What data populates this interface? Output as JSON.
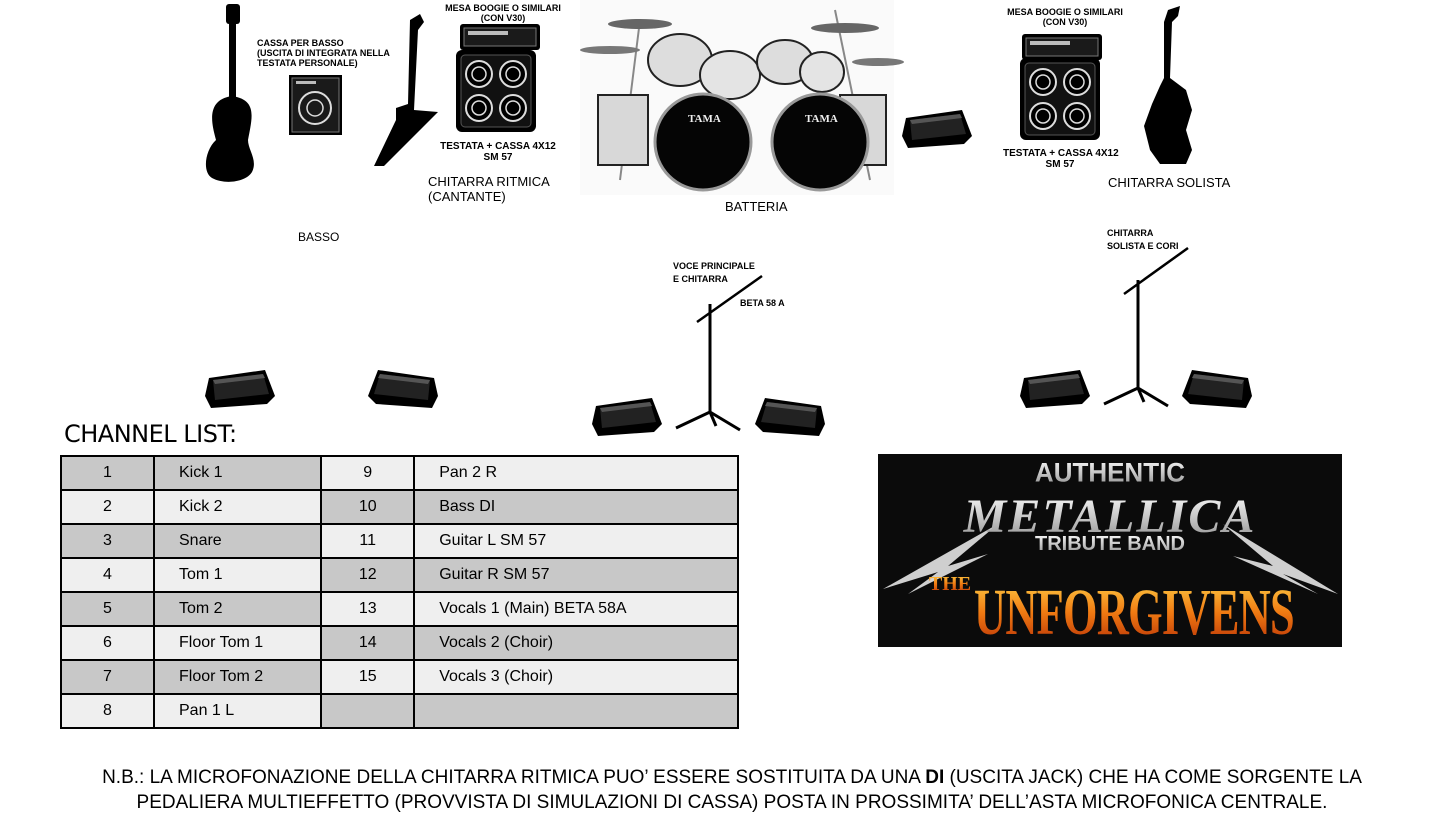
{
  "stage": {
    "bass_cab_label": [
      "CASSA PER BASSO",
      "(USCITA DI INTEGRATA NELLA",
      "TESTATA PERSONALE)"
    ],
    "mesa_left_label": [
      "MESA BOOGIE O SIMILARI",
      "(CON V30)"
    ],
    "mesa_right_label": [
      "MESA BOOGIE O SIMILARI",
      "(CON V30)"
    ],
    "rhythm_cab_label": [
      "TESTATA + CASSA 4X12",
      "SM 57"
    ],
    "lead_cab_label": [
      "TESTATA + CASSA 4X12",
      "SM 57"
    ],
    "rhythm_guitar_label": [
      "CHITARRA RITMICA",
      "(CANTANTE)"
    ],
    "drums_label": "BATTERIA",
    "lead_guitar_label": "CHITARRA SOLISTA",
    "bass_label": "BASSO",
    "lead_mic_label": [
      "CHITARRA",
      "SOLISTA E CORI"
    ],
    "main_mic_label": [
      "VOCE PRINCIPALE",
      "E CHITARRA"
    ],
    "main_mic_model": "BETA 58 A",
    "drum_brand": "TAMA"
  },
  "channel_list": {
    "title": "CHANNEL LIST:",
    "rows": [
      {
        "n1": "1",
        "c1": "Kick 1",
        "n2": "9",
        "c2": "Pan 2 R"
      },
      {
        "n1": "2",
        "c1": "Kick 2",
        "n2": "10",
        "c2": "Bass DI"
      },
      {
        "n1": "3",
        "c1": "Snare",
        "n2": "11",
        "c2": "Guitar L SM 57"
      },
      {
        "n1": "4",
        "c1": "Tom 1",
        "n2": "12",
        "c2": "Guitar R SM 57"
      },
      {
        "n1": "5",
        "c1": "Tom 2",
        "n2": "13",
        "c2": "Vocals 1 (Main) BETA 58A"
      },
      {
        "n1": "6",
        "c1": "Floor Tom 1",
        "n2": "14",
        "c2": "Vocals 2 (Choir)"
      },
      {
        "n1": "7",
        "c1": "Floor Tom 2",
        "n2": "15",
        "c2": "Vocals 3 (Choir)"
      },
      {
        "n1": "8",
        "c1": "Pan 1 L",
        "n2": "",
        "c2": ""
      }
    ]
  },
  "logo": {
    "line1": "AUTHENTIC",
    "line2": "METALLICA",
    "line3": "TRIBUTE BAND",
    "line4_prefix": "THE",
    "line4": "UNFORGIVENS"
  },
  "note": {
    "part1": "N.B.: LA MICROFONAZIONE DELLA CHITARRA RITMICA  PUO’ ESSERE SOSTITUITA DA UNA ",
    "bold": "DI",
    "part2": " (USCITA JACK) CHE HA COME SORGENTE LA PEDALIERA MULTIEFFETTO (PROVVISTA DI SIMULAZIONI DI CASSA) POSTA IN PROSSIMITA’ DELL’ASTA MICROFONICA CENTRALE."
  },
  "colors": {
    "dark_row": "#c8c8c8",
    "light_row": "#efefef",
    "logo_bg": "#0b0b0b",
    "logo_fire": "#e8590c"
  }
}
